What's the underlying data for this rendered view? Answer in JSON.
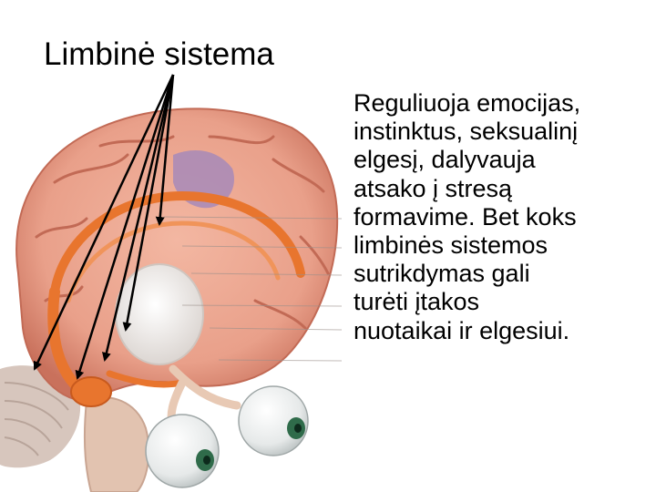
{
  "slide": {
    "title": "Limbinė sistema",
    "body": "Reguliuoja emocijas,\ninstinktus, seksualinį\nelgesį, dalyvauja\natsako į stresą\nformavime. Bet koks\nlimbinės sistemos\nsutrikdymas gali\nturėti įtakos\nnuotaikai ir elgesiui."
  },
  "illustration": {
    "subject": "brain-sagittal-section-with-eyes",
    "colors": {
      "cortex": "#e9a08a",
      "cortex_shadow": "#c9715c",
      "limbic_orange": "#e8752e",
      "parietal_purple": "#a78ab8",
      "white_matter": "#f4f1ee",
      "eye_white": "#eef0f0",
      "iris": "#2f6b4a",
      "cerebellum": "#d7c6bd",
      "brainstem": "#e2c3b0",
      "arrow": "#000000"
    }
  }
}
